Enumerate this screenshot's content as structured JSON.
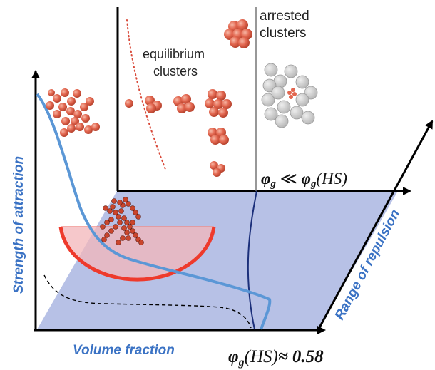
{
  "labels": {
    "strength_of_attraction": "Strength of attraction",
    "volume_fraction": "Volume fraction",
    "range_of_repulsion": "Range of repulsion",
    "equilibrium_line1": "equilibrium",
    "equilibrium_line2": "clusters",
    "arrested_line1": "arrested",
    "arrested_line2": "clusters",
    "phi_g_left": "φ",
    "phi_g_sub": "g",
    "phi_ll": " ≪ ",
    "phi_hs_phi": "φ",
    "phi_hs_sub": "g",
    "phi_hs_paren": "(HS)",
    "phi_bottom_phi": "φ",
    "phi_bottom_sub": "g",
    "phi_bottom_paren": "(HS)",
    "phi_bottom_approx": "≈ 0.58"
  },
  "colors": {
    "plane": "#aab6e2",
    "axis": "#000000",
    "curve": "#5b97d6",
    "dashed": "#000000",
    "dome_fill": "#f3b6b9",
    "dome_edge": "#ee3a2c",
    "particle": "#e2664f",
    "particle_dark": "#b8442f",
    "grey_particle": "#cfcfcf",
    "dotted": "#d94a3a",
    "navy": "#1b2f7a",
    "axis_label": "#3a72c4"
  }
}
